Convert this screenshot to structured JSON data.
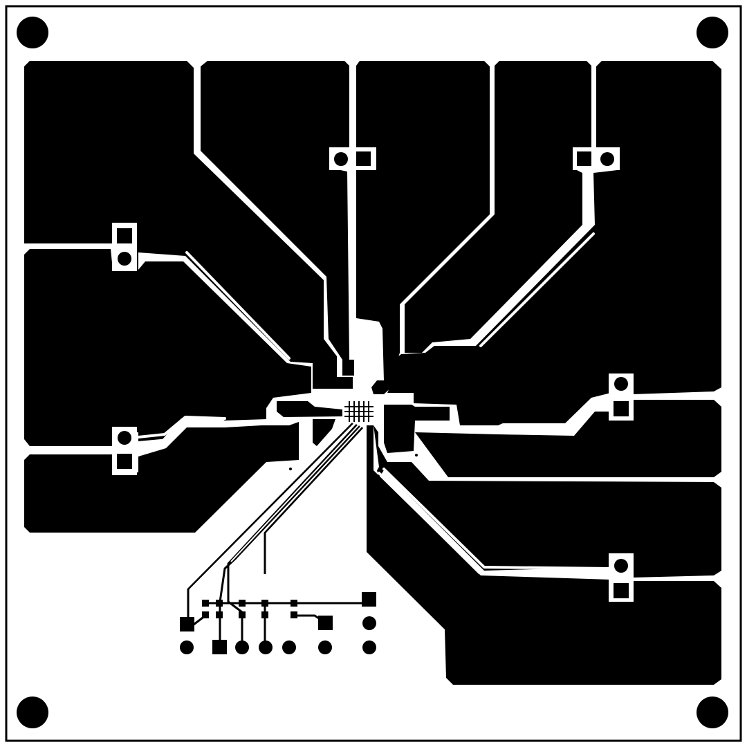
{
  "board": {
    "background_color": "#ffffff",
    "copper_color": "#000000",
    "outline_color": "#000000",
    "mounting_hole_count": 4,
    "copper_pour_region_count": 11,
    "connector_footprint_count": 6,
    "header_pin_count": 11
  }
}
